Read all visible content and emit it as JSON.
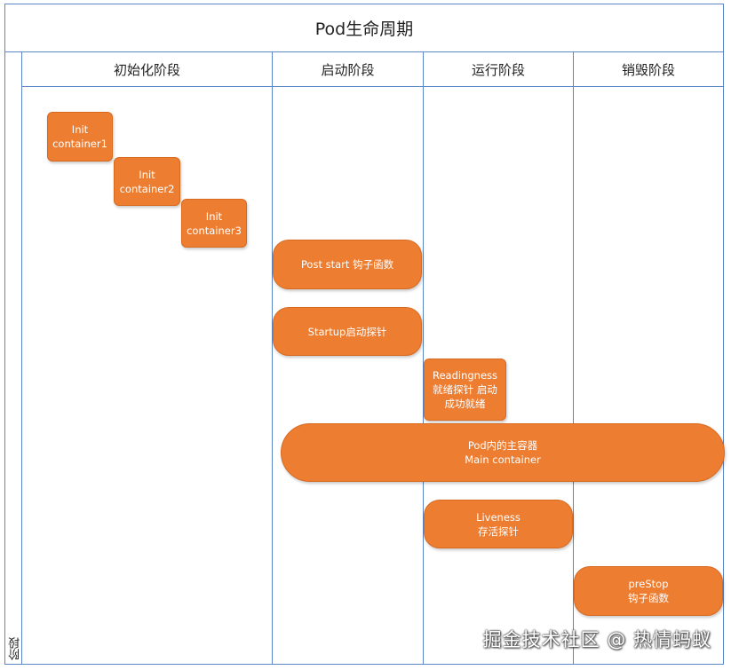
{
  "title": "Pod生命周期",
  "side_label": "阶段",
  "lanes": [
    {
      "label": "初始化阶段"
    },
    {
      "label": "启动阶段"
    },
    {
      "label": "运行阶段"
    },
    {
      "label": "销毁阶段"
    }
  ],
  "boxes": {
    "init1": {
      "line1": "Init",
      "line2": "container1"
    },
    "init2": {
      "line1": "Init",
      "line2": "container2"
    },
    "init3": {
      "line1": "Init",
      "line2": "container3"
    },
    "poststart": {
      "line1": "Post start 钩子函数"
    },
    "startup": {
      "line1": "Startup启动探针"
    },
    "readiness": {
      "line1": "Readingness",
      "line2": "就绪探针 启动",
      "line3": "成功就绪"
    },
    "main": {
      "line1": "Pod内的主容器",
      "line2": "Main container"
    },
    "liveness": {
      "line1": "Liveness",
      "line2": "存活探针"
    },
    "prestop": {
      "line1": "preStop",
      "line2": "钩子函数"
    }
  },
  "colors": {
    "box_fill": "#ed7d31",
    "grid_line": "#5b87c7"
  },
  "watermark": "掘金技术社区 @ 热情蚂蚁"
}
